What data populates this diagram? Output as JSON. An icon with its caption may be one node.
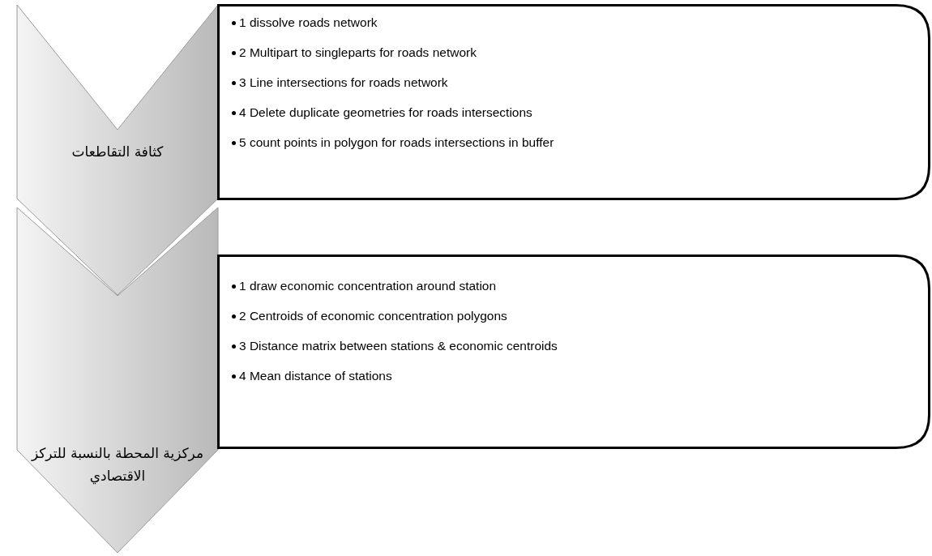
{
  "diagram": {
    "nodes": [
      {
        "text": [
          "كثافة التقاطعات"
        ]
      },
      {
        "text": [
          "1 dissolve roads network",
          "2 Multipart to singleparts for roads network",
          "3 Line intersections for roads network",
          "4 Delete duplicate geometries for roads intersections",
          "5 count points in polygon for roads intersections in buffer"
        ]
      },
      {
        "text": [
          "مركزية المحطة بالنسبة للتركز الاقتصادي"
        ]
      },
      {
        "text": [
          "1 draw economic concentration around station",
          "2 Centroids of economic concentration polygons",
          "3 Distance matrix between stations & economic centroids",
          "4 Mean distance of stations"
        ]
      }
    ]
  }
}
